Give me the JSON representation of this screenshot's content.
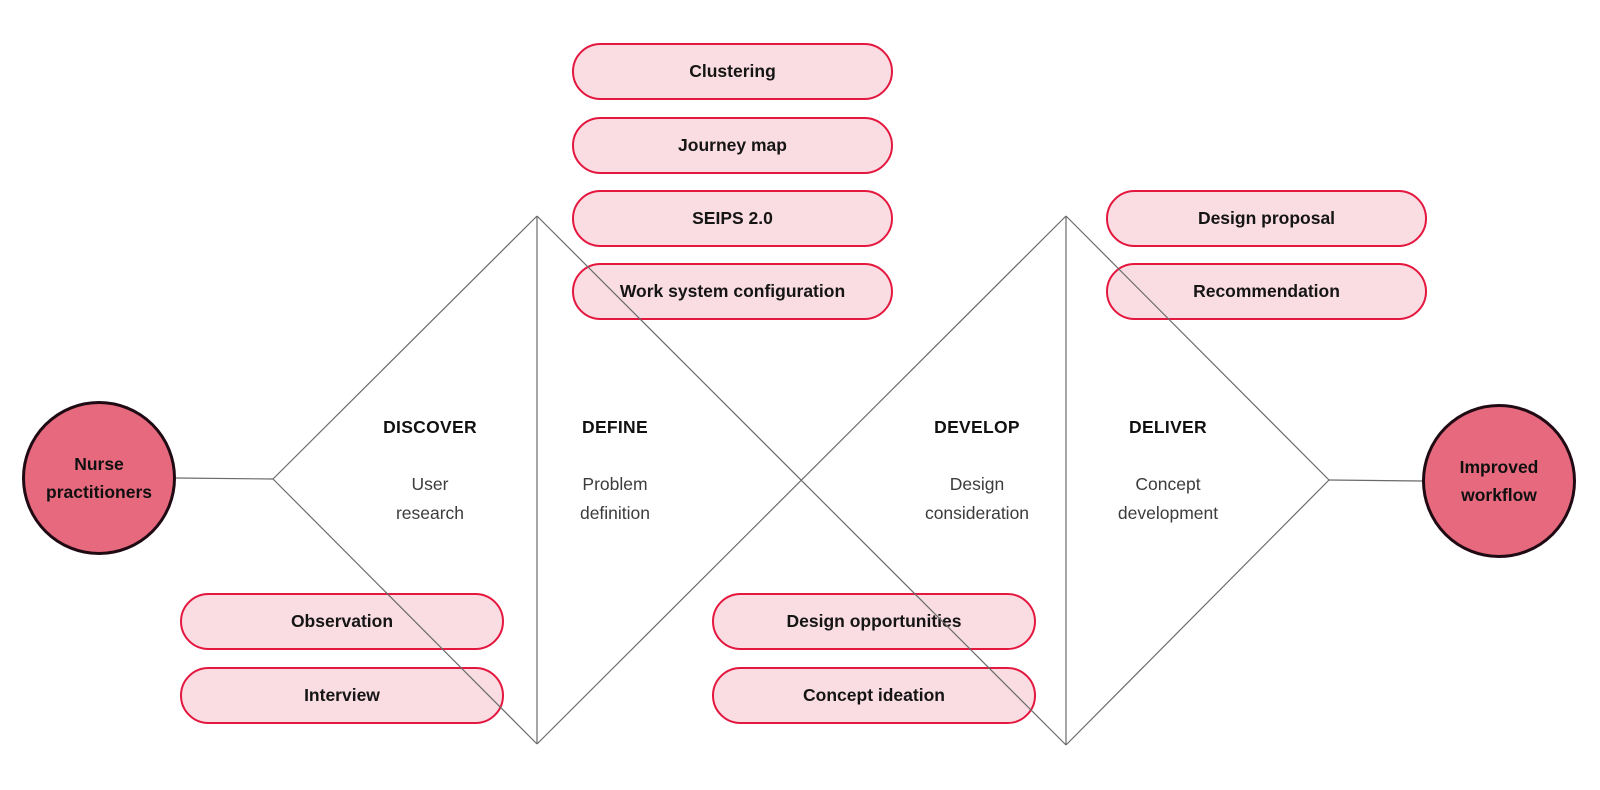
{
  "diagram": {
    "type": "double-diamond-process",
    "colors": {
      "pill_fill": "#fadde3",
      "pill_border": "#e4173e",
      "node_fill": "#e7697e",
      "node_border": "#200b14",
      "line": "#6a6a6a"
    },
    "start_node": {
      "label": "Nurse\npractitioners"
    },
    "end_node": {
      "label": "Improved\nworkflow"
    },
    "phases": [
      {
        "title": "DISCOVER",
        "subtitle": "User\nresearch"
      },
      {
        "title": "DEFINE",
        "subtitle": "Problem\ndefinition"
      },
      {
        "title": "DEVELOP",
        "subtitle": "Design\nconsideration"
      },
      {
        "title": "DELIVER",
        "subtitle": "Concept\ndevelopment"
      }
    ],
    "pill_groups": {
      "define_top": [
        "Clustering",
        "Journey map",
        "SEIPS 2.0",
        "Work system configuration"
      ],
      "discover_bottom": [
        "Observation",
        "Interview"
      ],
      "develop_bottom": [
        "Design opportunities",
        "Concept ideation"
      ],
      "deliver_top": [
        "Design proposal",
        "Recommendation"
      ]
    }
  }
}
